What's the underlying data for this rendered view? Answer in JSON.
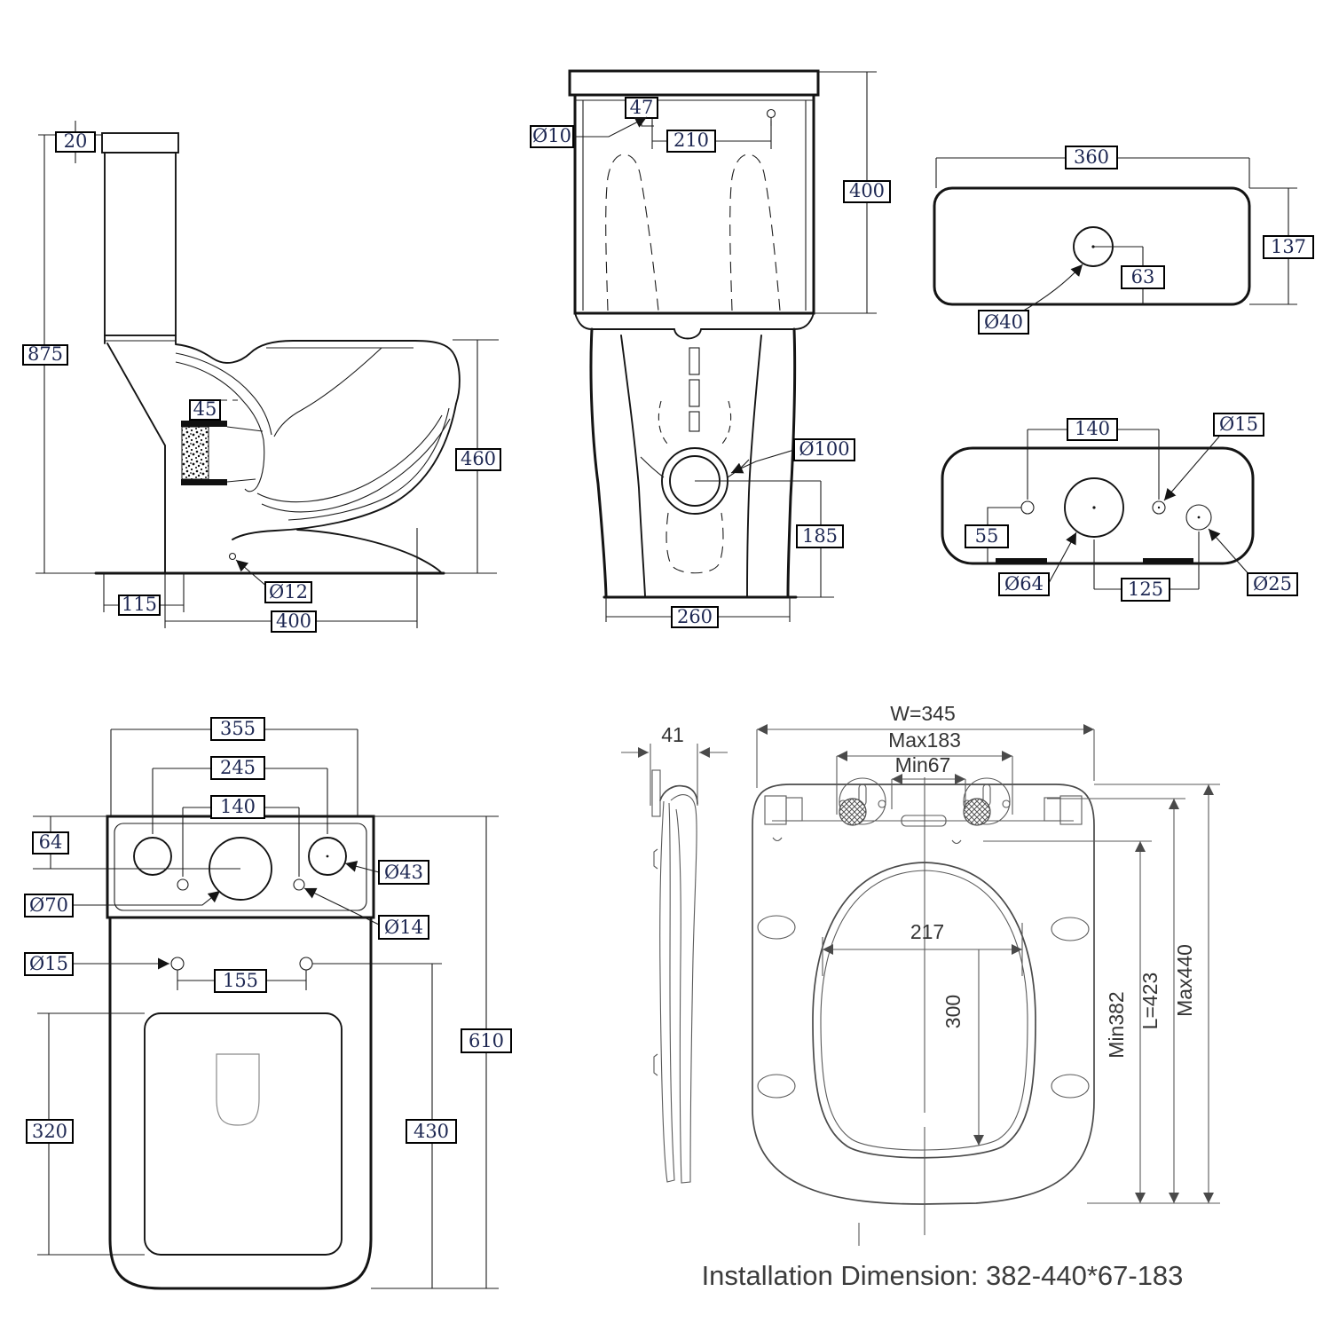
{
  "title": "Toilet technical drawing - installation dimensions",
  "colors": {
    "background": "#ffffff",
    "cad_line": "#141414",
    "seat_line": "#4a4a4a",
    "dim_text": "#1d2752",
    "footer_text": "#3c3c3c"
  },
  "views": {
    "side": {
      "d20": "20",
      "d875": "875",
      "d45": "45",
      "d460": "460",
      "dia12": "Ø12",
      "d115": "115",
      "d400": "400"
    },
    "front": {
      "d47": "47",
      "dia10": "Ø10",
      "d210": "210",
      "d400": "400",
      "dia100": "Ø100",
      "d185": "185",
      "d260": "260"
    },
    "tank_top": {
      "d360": "360",
      "d137": "137",
      "d63": "63",
      "dia40": "Ø40"
    },
    "tank_back": {
      "d140": "140",
      "dia15": "Ø15",
      "d55": "55",
      "dia64": "Ø64",
      "d125": "125",
      "dia25": "Ø25"
    },
    "pan_top": {
      "d355": "355",
      "d245": "245",
      "d140": "140",
      "d64": "64",
      "dia43": "Ø43",
      "dia70": "Ø70",
      "dia14": "Ø14",
      "dia15": "Ø15",
      "d155": "155",
      "d610": "610",
      "d430": "430",
      "d320": "320"
    },
    "seat_side": {
      "d41": "41"
    },
    "seat_top": {
      "w": "W=345",
      "max183": "Max183",
      "min67": "Min67",
      "d217": "217",
      "d300": "300",
      "min382": "Min382",
      "l423": "L=423",
      "max440": "Max440"
    },
    "footer": {
      "installation": "Installation Dimension: 382-440*67-183"
    }
  }
}
